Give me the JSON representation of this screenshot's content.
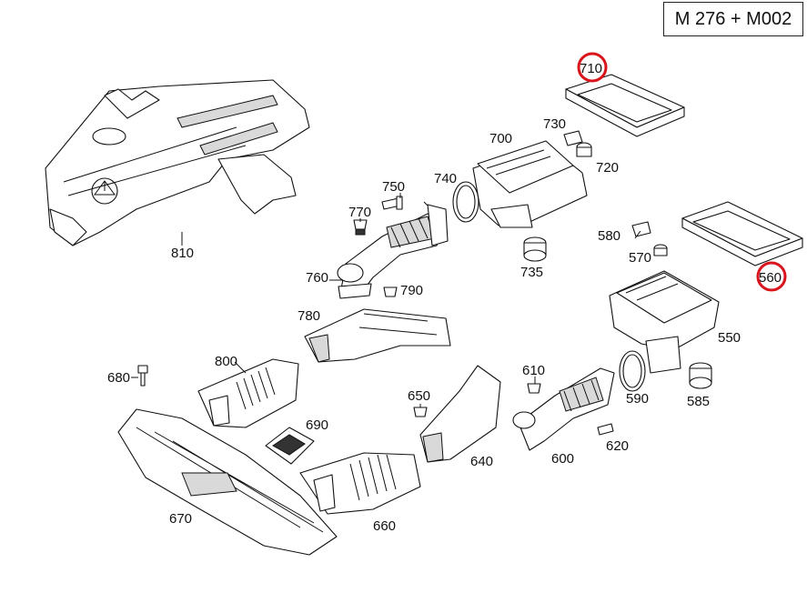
{
  "header": {
    "model_code": "M 276 + M002"
  },
  "callouts": {
    "p810": "810",
    "p770": "770",
    "p750": "750",
    "p740": "740",
    "p700": "700",
    "p730": "730",
    "p710": "710",
    "p720": "720",
    "p760": "760",
    "p790": "790",
    "p735": "735",
    "p580": "580",
    "p570": "570",
    "p560": "560",
    "p780": "780",
    "p550": "550",
    "p800": "800",
    "p680": "680",
    "p610": "610",
    "p650": "650",
    "p590": "590",
    "p585": "585",
    "p690": "690",
    "p620": "620",
    "p600": "600",
    "p640": "640",
    "p670": "670",
    "p660": "660"
  },
  "highlighted_parts": [
    "710",
    "560"
  ],
  "colors": {
    "highlight_ring": "#d9141b",
    "line": "#111111",
    "background": "#ffffff"
  }
}
